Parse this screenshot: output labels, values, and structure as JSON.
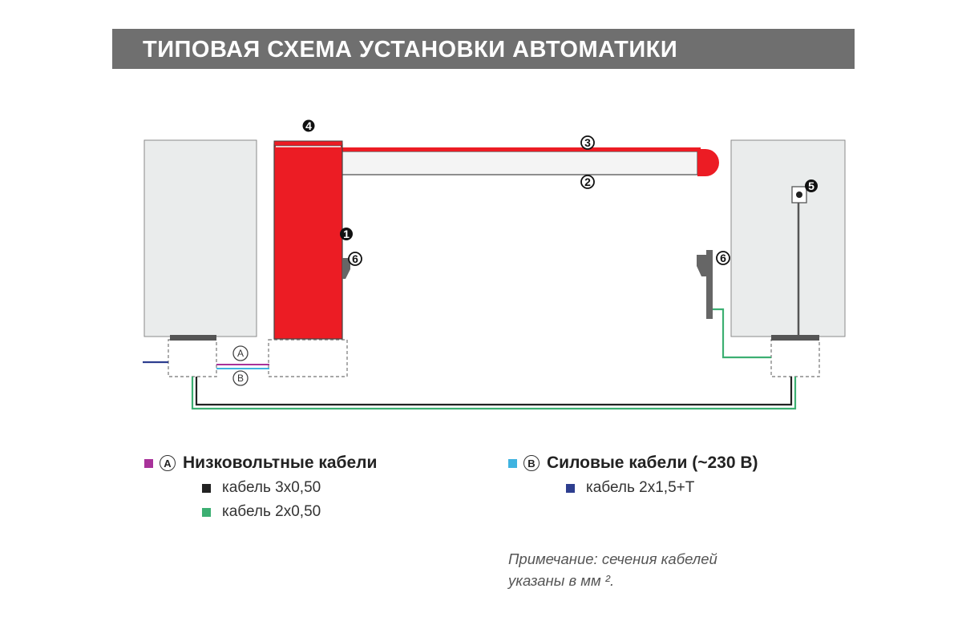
{
  "title": "ТИПОВАЯ СХЕМА УСТАНОВКИ АВТОМАТИКИ",
  "diagram": {
    "labels": {
      "n1": "1",
      "n2": "2",
      "n3": "3",
      "n4": "4",
      "n5": "5",
      "n6_left": "6",
      "n6_right": "6",
      "a": "A",
      "b": "B"
    }
  },
  "legend": {
    "low_voltage": {
      "letter": "A",
      "title": "Низковольтные кабели",
      "color": "#a8329a",
      "items": [
        {
          "label": "кабель 3x0,50",
          "color": "#222222"
        },
        {
          "label": "кабель 2x0,50",
          "color": "#3caf72"
        }
      ]
    },
    "power": {
      "letter": "B",
      "title": "Силовые кабели (~230 В)",
      "color": "#3fb3e0",
      "items": [
        {
          "label": "кабель 2x1,5+T",
          "color": "#2d3e8f"
        }
      ]
    }
  },
  "note": {
    "line1": "Примечание: сечения кабелей",
    "line2": "указаны в мм ²."
  },
  "colors": {
    "barrier_red": "#ec1c24",
    "header_gray": "#6f6f6f",
    "pillar_fill": "#eaecec",
    "green_cable": "#3caf72",
    "blue_cable": "#2d3e8f"
  }
}
